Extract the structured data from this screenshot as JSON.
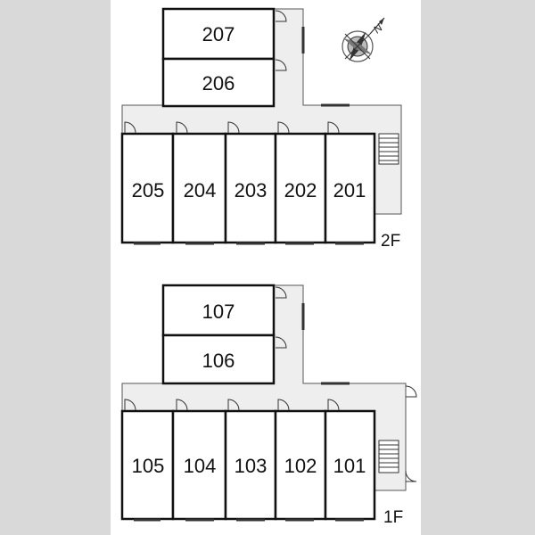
{
  "floors": [
    {
      "label": "2F",
      "rooms": {
        "r1": "207",
        "r2": "206",
        "r3": "205",
        "r4": "204",
        "r5": "203",
        "r6": "202",
        "r7": "201"
      }
    },
    {
      "label": "1F",
      "rooms": {
        "r1": "107",
        "r2": "106",
        "r3": "105",
        "r4": "104",
        "r5": "103",
        "r6": "102",
        "r7": "101"
      }
    }
  ],
  "compass": {
    "label": "N",
    "icon": "compass-icon"
  }
}
